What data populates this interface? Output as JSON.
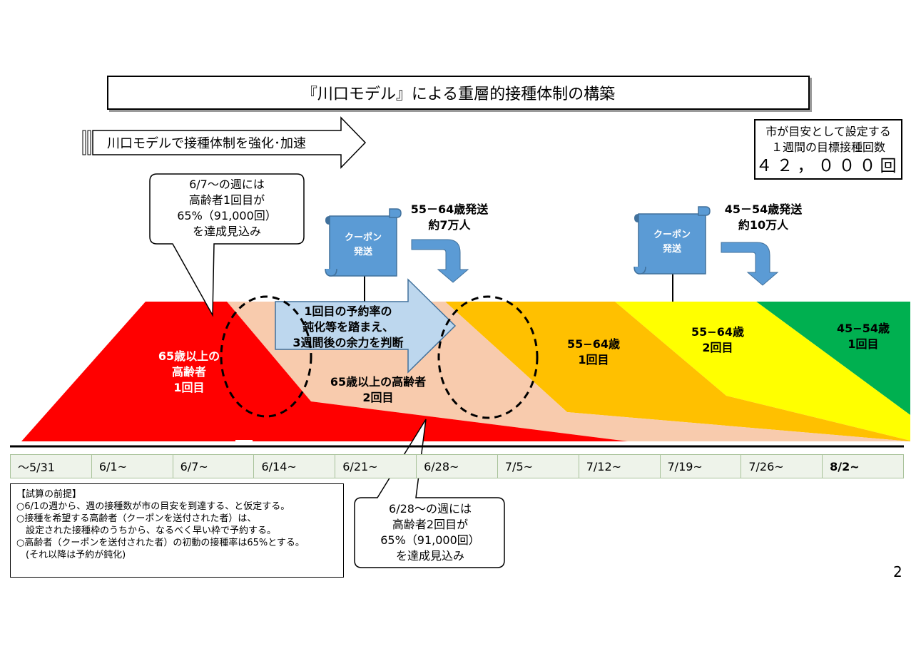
{
  "title": "『川口モデル』による重層的接種体制の構築",
  "target": {
    "line1": "市が目安として設定する",
    "line2": "１週間の目標接種回数",
    "value": "４２，０００回"
  },
  "strengthen_arrow": {
    "label": "川口モデルで接種体制を強化･加速"
  },
  "callout_top": {
    "lines": [
      "6/7～の週には",
      "高齢者1回目が",
      "65%（91,000回）",
      "を達成見込み"
    ]
  },
  "callout_bottom": {
    "lines": [
      "6/28～の週には",
      "高齢者2回目が",
      "65%（91,000回）",
      "を達成見込み"
    ]
  },
  "coupons": [
    {
      "label_line1": "クーポン",
      "label_line2": "発送",
      "send_line1": "55－64歳発送",
      "send_line2": "約7万人"
    },
    {
      "label_line1": "クーポン",
      "label_line2": "発送",
      "send_line1": "45－54歳発送",
      "send_line2": "約10万人"
    }
  ],
  "center_arrow": {
    "lines": [
      "1回目の予約率の",
      "鈍化等を踏まえ、",
      "3週間後の余力を判断"
    ]
  },
  "bands": [
    {
      "lines": [
        "65歳以上の",
        "高齢者",
        "1回目"
      ],
      "color": "#ff0000",
      "text_color": "#ffffff"
    },
    {
      "lines": [
        "65歳以上の高齢者",
        "2回目"
      ],
      "color": "#f8cbad",
      "text_color": "#000000"
    },
    {
      "lines": [
        "55−64歳",
        "1回目"
      ],
      "color": "#ffc000",
      "text_color": "#000000"
    },
    {
      "lines": [
        "55−64歳",
        "2回目"
      ],
      "color": "#ffff00",
      "text_color": "#000000"
    },
    {
      "lines": [
        "45−54歳",
        "1回目"
      ],
      "color": "#00b050",
      "text_color": "#000000"
    }
  ],
  "timeline": [
    "～5/31",
    "6/1~",
    "6/7~",
    "6/14~",
    "6/21~",
    "6/28~",
    "7/5~",
    "7/12~",
    "7/19~",
    "7/26~",
    "8/2~"
  ],
  "premise": {
    "heading": "【試算の前提】",
    "lines": [
      "○6/1の週から、週の接種数が市の目安を到達する、と仮定する。",
      "○接種を希望する高齢者（クーポンを送付された者）は、",
      "　設定された接種枠のうちから、なるべく早い枠で予約する。",
      "○高齢者（クーポンを送付された者）の初動の接種率は65%とする。",
      "　(それ以降は予約が鈍化)"
    ]
  },
  "page_number": "2",
  "colors": {
    "coupon_blue": "#5b9bd5",
    "arrow_blue": "#bdd7ee"
  }
}
